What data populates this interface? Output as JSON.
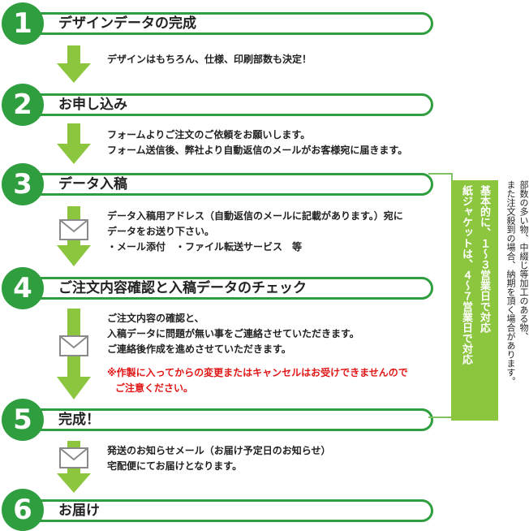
{
  "steps": [
    {
      "num": "1",
      "title": "デザインデータの完成"
    },
    {
      "num": "2",
      "title": "お申し込み"
    },
    {
      "num": "3",
      "title": "データ入稿"
    },
    {
      "num": "4",
      "title": "ご注文内容確認と入稿データのチェック"
    },
    {
      "num": "5",
      "title": "完成！"
    },
    {
      "num": "6",
      "title": "お届け"
    }
  ],
  "details": {
    "d1": [
      "デザインはもちろん、仕様、印刷部数も決定！"
    ],
    "d2": [
      "フォームよりご注文のご依頼をお願いします。",
      "フォーム送信後、弊社より自動返信のメールがお客様宛に届きます。"
    ],
    "d3": [
      "データ入稿用アドレス（自動返信のメールに記載があります。）宛に",
      "データをお送り下さい。",
      "・メール添付　・ファイル転送サービス　等"
    ],
    "d4": [
      "ご注文内容の確認と、",
      "入稿データに問題が無い事をご連絡させていただきます。",
      "ご連絡後作成を進めさせていただきます。"
    ],
    "d4_warning": [
      "※作製に入ってからの変更またはキャンセルはお受けできませんので",
      "ご注意ください。"
    ],
    "d5": [
      "発送のお知らせメール（お届け予定日のお知らせ）",
      "宅配便にてお届けとなります。"
    ]
  },
  "lead_time": {
    "line1": "基本的に、１～３営業日で対応",
    "line2": "紙ジャケットは、４～７営業日で対応"
  },
  "side_note": {
    "line1": "部数の多い物、中綴じ等加工のある物、",
    "line2": "また注文殺到の場合、納期を頂く場合があります。"
  },
  "colors": {
    "step_green": "#2e9e3f",
    "arrow_green": "#8cc63f",
    "warning_red": "#e11717"
  },
  "icons": {
    "arrow": "down-arrow-icon",
    "mail": "envelope-icon"
  }
}
